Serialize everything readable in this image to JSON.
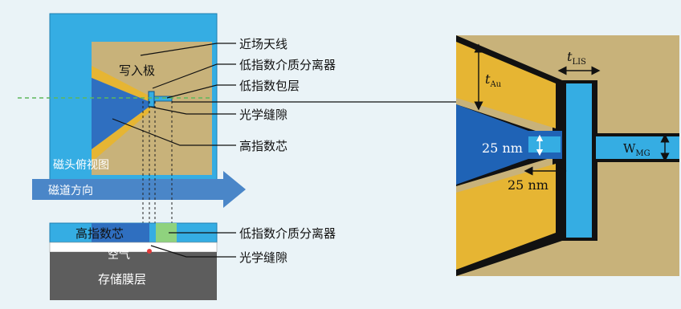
{
  "colors": {
    "background": "#eaf3f7",
    "head_blue": "#35ade3",
    "tan": "#c8b27a",
    "gold": "#e6b533",
    "dark_blue": "#1f63b6",
    "core_blue": "#2f6fc0",
    "green": "#8fd27e",
    "grey": "#5d5d5d",
    "arrow": "#4a86c8",
    "guide_green": "#5cb85c",
    "air_dot": "#e23b3b"
  },
  "left": {
    "write_pole": "写入极",
    "head_top_view": "磁头俯视图",
    "track_direction": "磁道方向",
    "high_index_core": "高指数芯",
    "air": "空气",
    "storage_film": "存储膜层"
  },
  "callouts": {
    "near_field_antenna": "近场天线",
    "low_index_separator": "低指数介质分离器",
    "low_index_cladding": "低指数包层",
    "optical_gap": "光学缝隙",
    "high_index_core": "高指数芯",
    "low_index_separator_2": "低指数介质分离器",
    "optical_gap_2": "光学缝隙"
  },
  "detail": {
    "t_au_symbol": "t",
    "t_au_sub": "Au",
    "t_lis_symbol": "t",
    "t_lis_sub": "LIS",
    "gap_dim": "25 nm",
    "length_dim": "25 nm",
    "w_mg_symbol": "W",
    "w_mg_sub": "MG"
  }
}
